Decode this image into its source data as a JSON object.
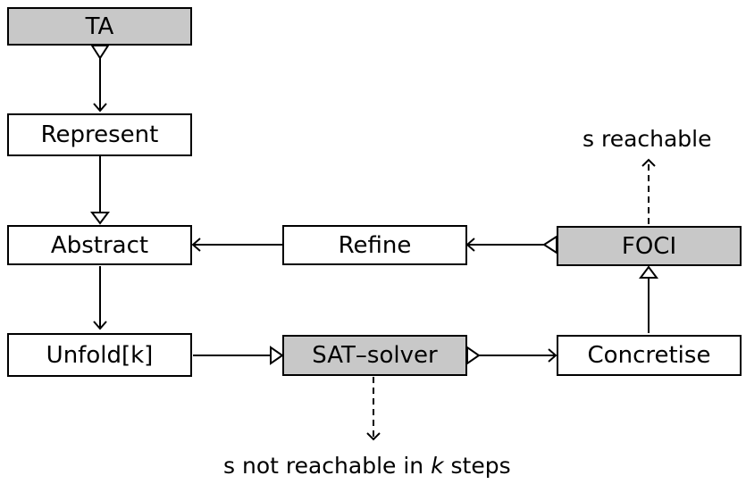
{
  "nodes": {
    "ta": "TA",
    "represent": "Represent",
    "abstract": "Abstract",
    "unfold": "Unfold[k]",
    "refine": "Refine",
    "sat_solver": "SAT–solver",
    "foci": "FOCI",
    "concretise": "Concretise"
  },
  "labels": {
    "s_reachable": "s reachable",
    "not_reachable_prefix": "s not reachable in ",
    "not_reachable_var": "k",
    "not_reachable_suffix": " steps"
  },
  "colors": {
    "shaded_fill": "#c8c8c8",
    "box_border": "#000000"
  }
}
